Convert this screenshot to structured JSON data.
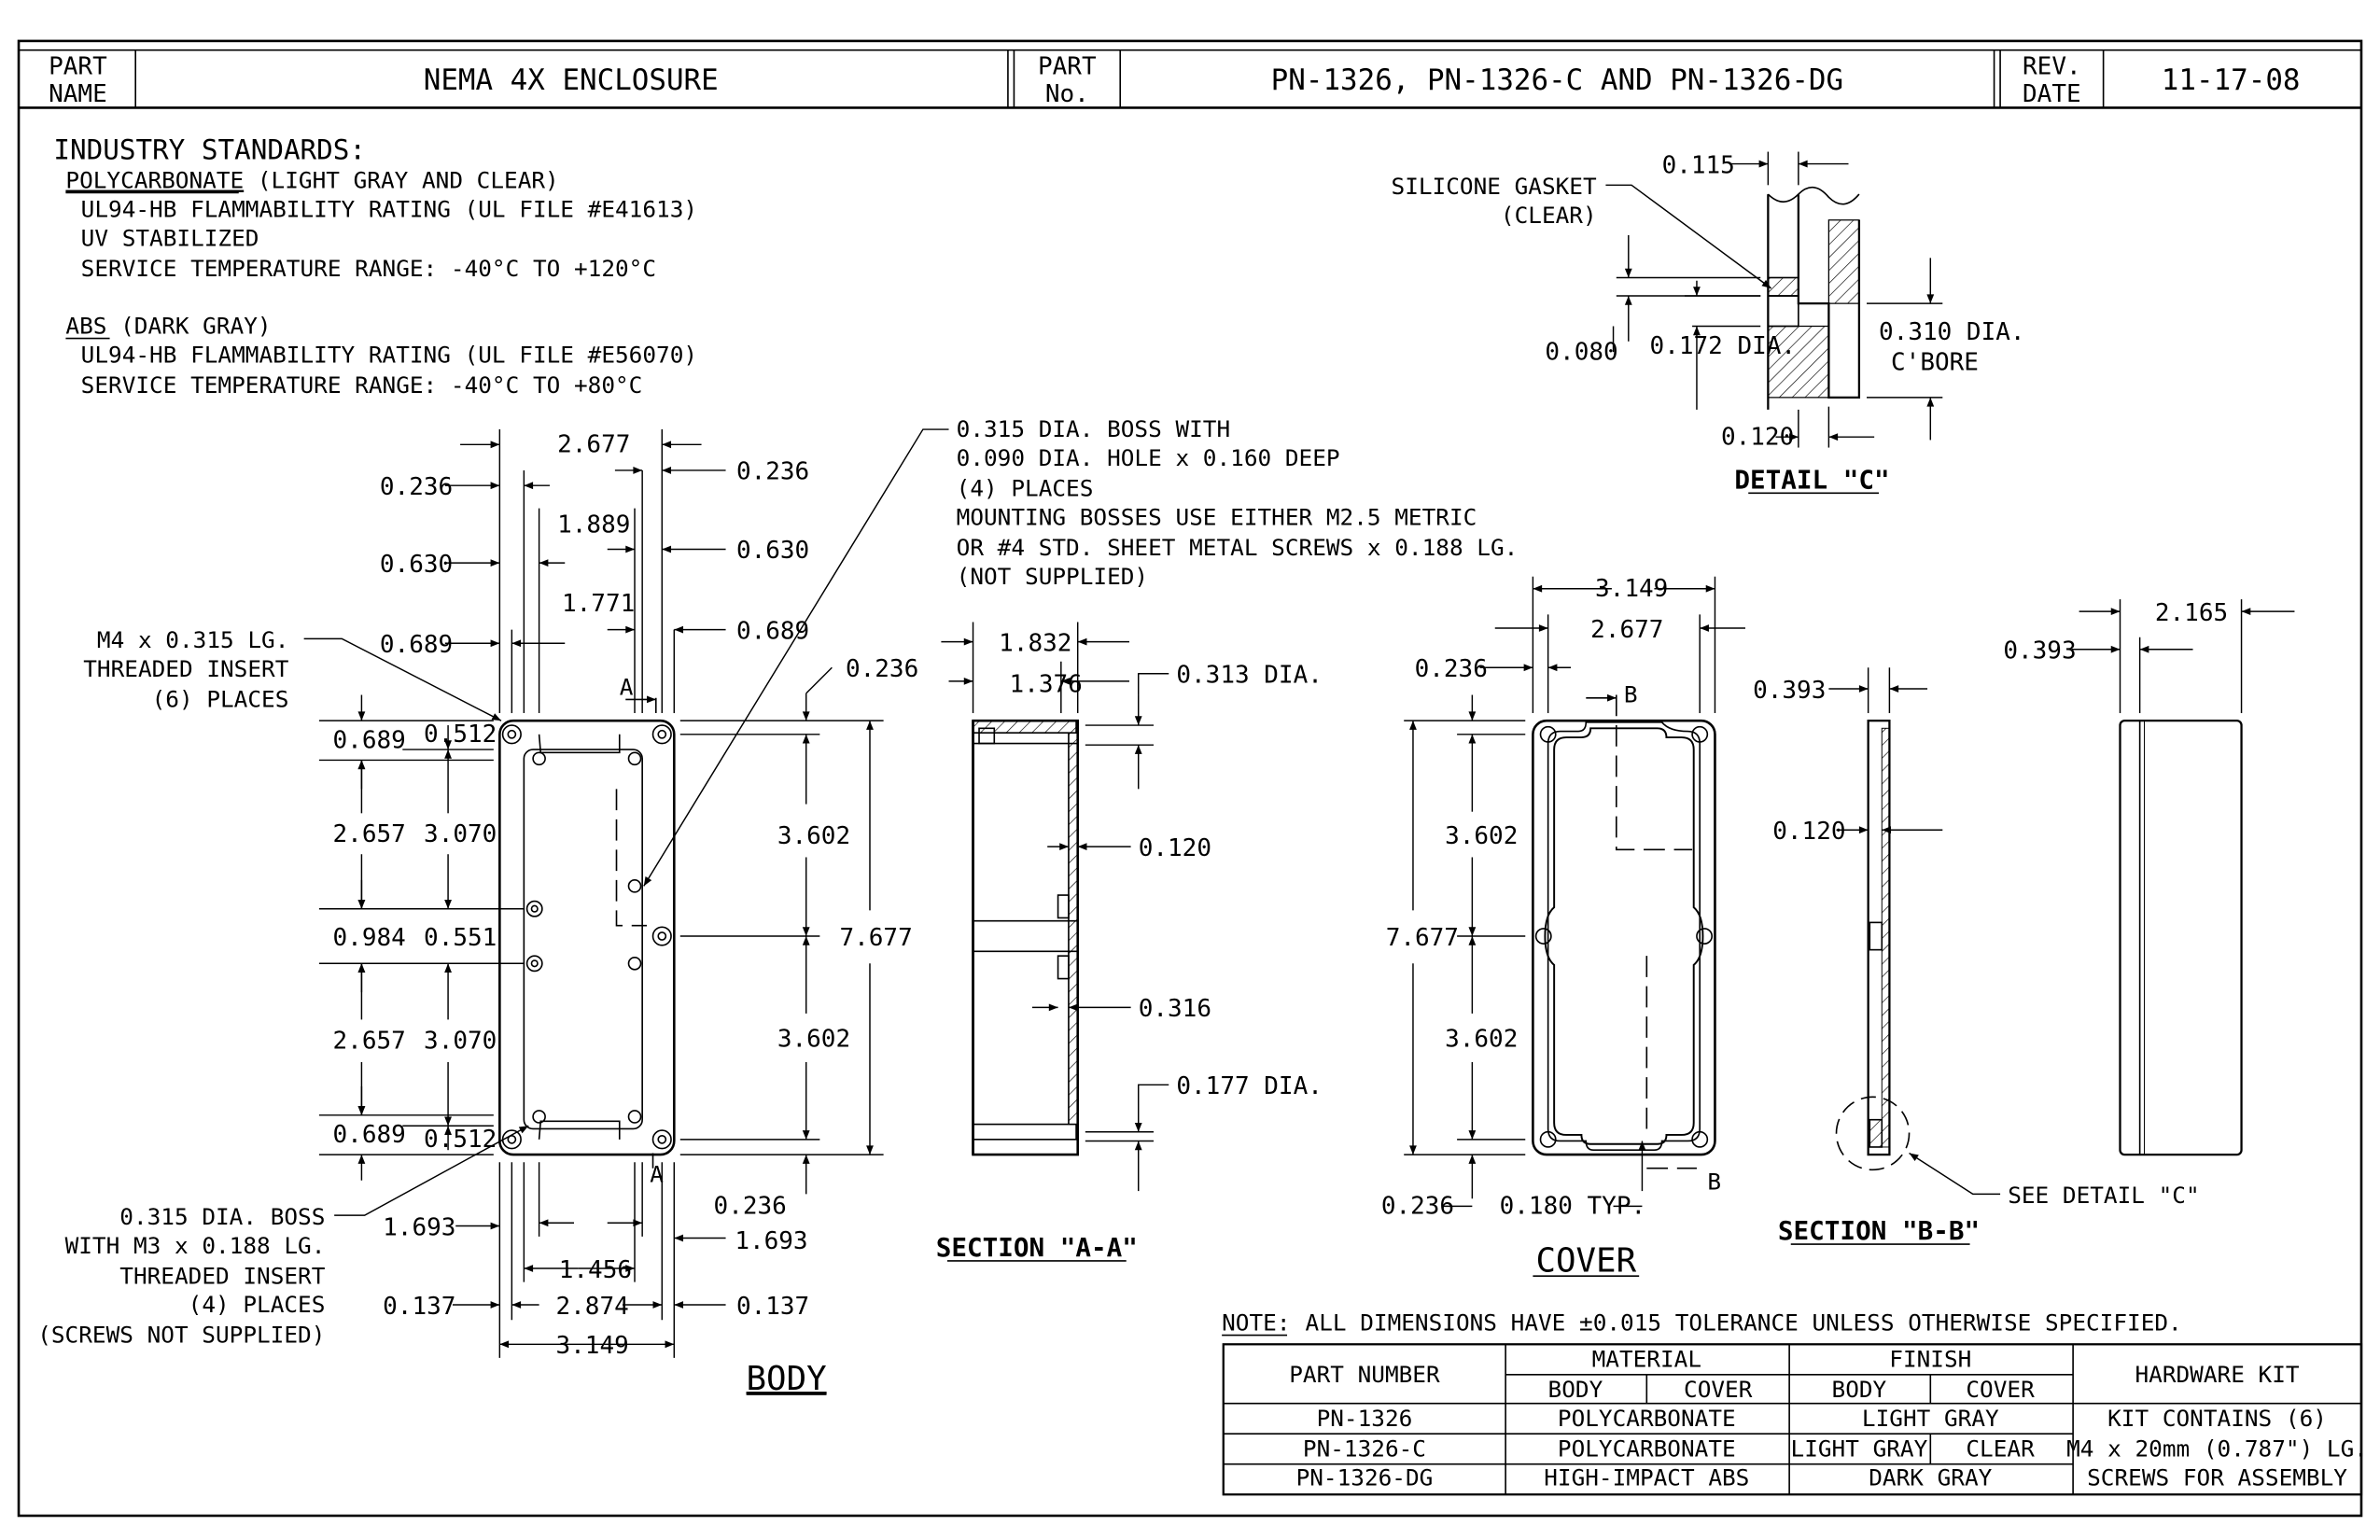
{
  "title_block": {
    "part_name_label": [
      "PART",
      "NAME"
    ],
    "part_name_value": "NEMA 4X ENCLOSURE",
    "part_no_label": [
      "PART",
      "No."
    ],
    "part_no_value": "PN-1326, PN-1326-C AND PN-1326-DG",
    "rev_date_label": [
      "REV.",
      "DATE"
    ],
    "rev_date_value": "11-17-08"
  },
  "standards": {
    "heading": "INDUSTRY STANDARDS:",
    "polycarbonate_name": "POLYCARBONATE",
    "polycarbonate_rest": " (LIGHT GRAY AND CLEAR)",
    "polycarbonate_lines": [
      "UL94-HB FLAMMABILITY RATING (UL FILE #E41613)",
      "UV STABILIZED",
      "SERVICE TEMPERATURE RANGE:  -40°C TO +120°C"
    ],
    "abs_name": "ABS",
    "abs_rest": " (DARK GRAY)",
    "abs_lines": [
      "UL94-HB FLAMMABILITY RATING (UL FILE #E56070)",
      "SERVICE TEMPERATURE RANGE:  -40°C TO +80°C"
    ]
  },
  "body_view": {
    "title": "BODY",
    "top_dims": [
      "2.677",
      "0.236",
      "0.236",
      "1.889",
      "0.630",
      "0.630",
      "1.771",
      "0.689",
      "0.689"
    ],
    "insert_note": [
      "M4 x 0.315 LG.",
      "THREADED INSERT",
      "(6) PLACES"
    ],
    "left_dims": [
      "0.689",
      "0.512",
      "2.657",
      "3.070",
      "0.984",
      "0.551",
      "2.657",
      "3.070",
      "0.689",
      "0.512"
    ],
    "right_dims": [
      "0.236",
      "3.602",
      "7.677",
      "3.602",
      "0.236",
      "1.693"
    ],
    "bottom_dims": [
      "1.693",
      "1.456",
      "0.137",
      "2.874",
      "0.137",
      "3.149"
    ],
    "section_marks": [
      "A",
      "A"
    ],
    "boss_note_m3": [
      "0.315 DIA. BOSS",
      "WITH M3 x 0.188 LG.",
      "THREADED INSERT",
      "(4) PLACES",
      "(SCREWS NOT SUPPLIED)"
    ],
    "boss_note_m25": [
      "0.315 DIA. BOSS WITH",
      "0.090 DIA. HOLE x 0.160 DEEP",
      "(4) PLACES",
      "MOUNTING BOSSES USE EITHER M2.5 METRIC",
      "OR #4 STD. SHEET METAL SCREWS x 0.188 LG.",
      "(NOT SUPPLIED)"
    ]
  },
  "section_aa": {
    "title": "SECTION \"A-A\"",
    "dims": [
      "1.832",
      "1.376",
      "0.313 DIA.",
      "0.120",
      "0.316",
      "0.177 DIA."
    ]
  },
  "cover_view": {
    "title": "COVER",
    "top_dims": [
      "3.149",
      "2.677",
      "0.236"
    ],
    "left_dims": [
      "3.602",
      "7.677",
      "3.602",
      "0.236"
    ],
    "typ_dim": "0.180 TYP.",
    "section_marks": [
      "B",
      "B"
    ]
  },
  "section_bb": {
    "title": "SECTION \"B-B\"",
    "dims": [
      "0.393",
      "0.120"
    ],
    "see_detail": "SEE DETAIL \"C\""
  },
  "side_view": {
    "dims": [
      "0.393",
      "2.165"
    ]
  },
  "detail_c": {
    "title": "DETAIL \"C\"",
    "gasket_label": [
      "SILICONE GASKET",
      "(CLEAR)"
    ],
    "dims": [
      "0.115",
      "0.080",
      "0.172 DIA.",
      "0.310 DIA.",
      "C'BORE",
      "0.120"
    ]
  },
  "note": {
    "label": "NOTE:",
    "text": "ALL DIMENSIONS HAVE ±0.015 TOLERANCE UNLESS OTHERWISE SPECIFIED."
  },
  "parts_table": {
    "header": {
      "part_number": "PART NUMBER",
      "material": "MATERIAL",
      "finish": "FINISH",
      "body": "BODY",
      "cover": "COVER",
      "hardware_kit": "HARDWARE KIT"
    },
    "rows": [
      {
        "part": "PN-1326",
        "material": "POLYCARBONATE",
        "finish": "LIGHT GRAY"
      },
      {
        "part": "PN-1326-C",
        "material": "POLYCARBONATE",
        "finish_body": "LIGHT GRAY",
        "finish_cover": "CLEAR"
      },
      {
        "part": "PN-1326-DG",
        "material": "HIGH-IMPACT ABS",
        "finish": "DARK GRAY"
      }
    ],
    "hardware_lines": [
      "KIT CONTAINS (6)",
      "M4 x 20mm (0.787\") LG.",
      "SCREWS FOR ASSEMBLY"
    ]
  }
}
